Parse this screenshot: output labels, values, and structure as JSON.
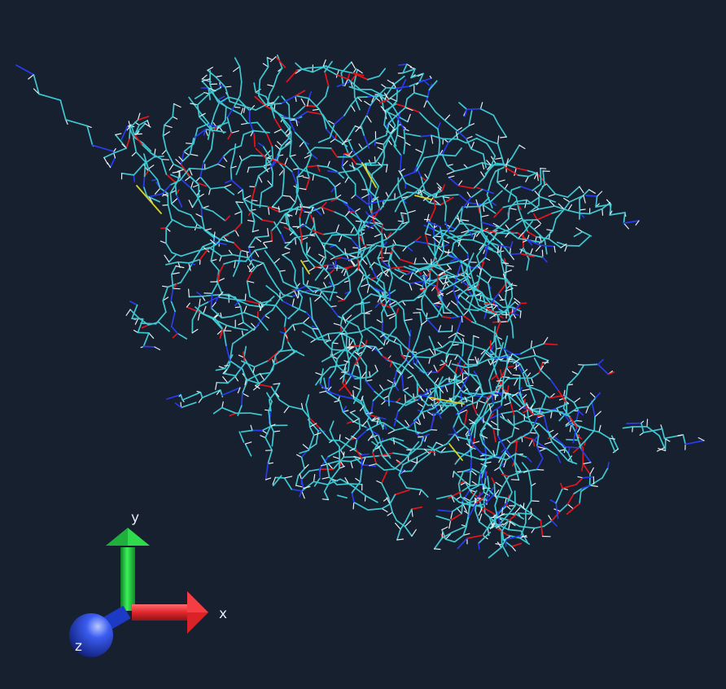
{
  "viewer": {
    "background": "#16202f",
    "colors": {
      "carbon": "#3fc8d2",
      "hydrogen": "#e6eef2",
      "nitrogen": "#2a3cf0",
      "oxygen": "#e8141c",
      "sulfur": "#d7d32a"
    }
  },
  "axes": {
    "x_label": "x",
    "y_label": "y",
    "z_label": "z",
    "x_color": "#e0262c",
    "y_color": "#19c43a",
    "z_color": "#2548e6"
  }
}
